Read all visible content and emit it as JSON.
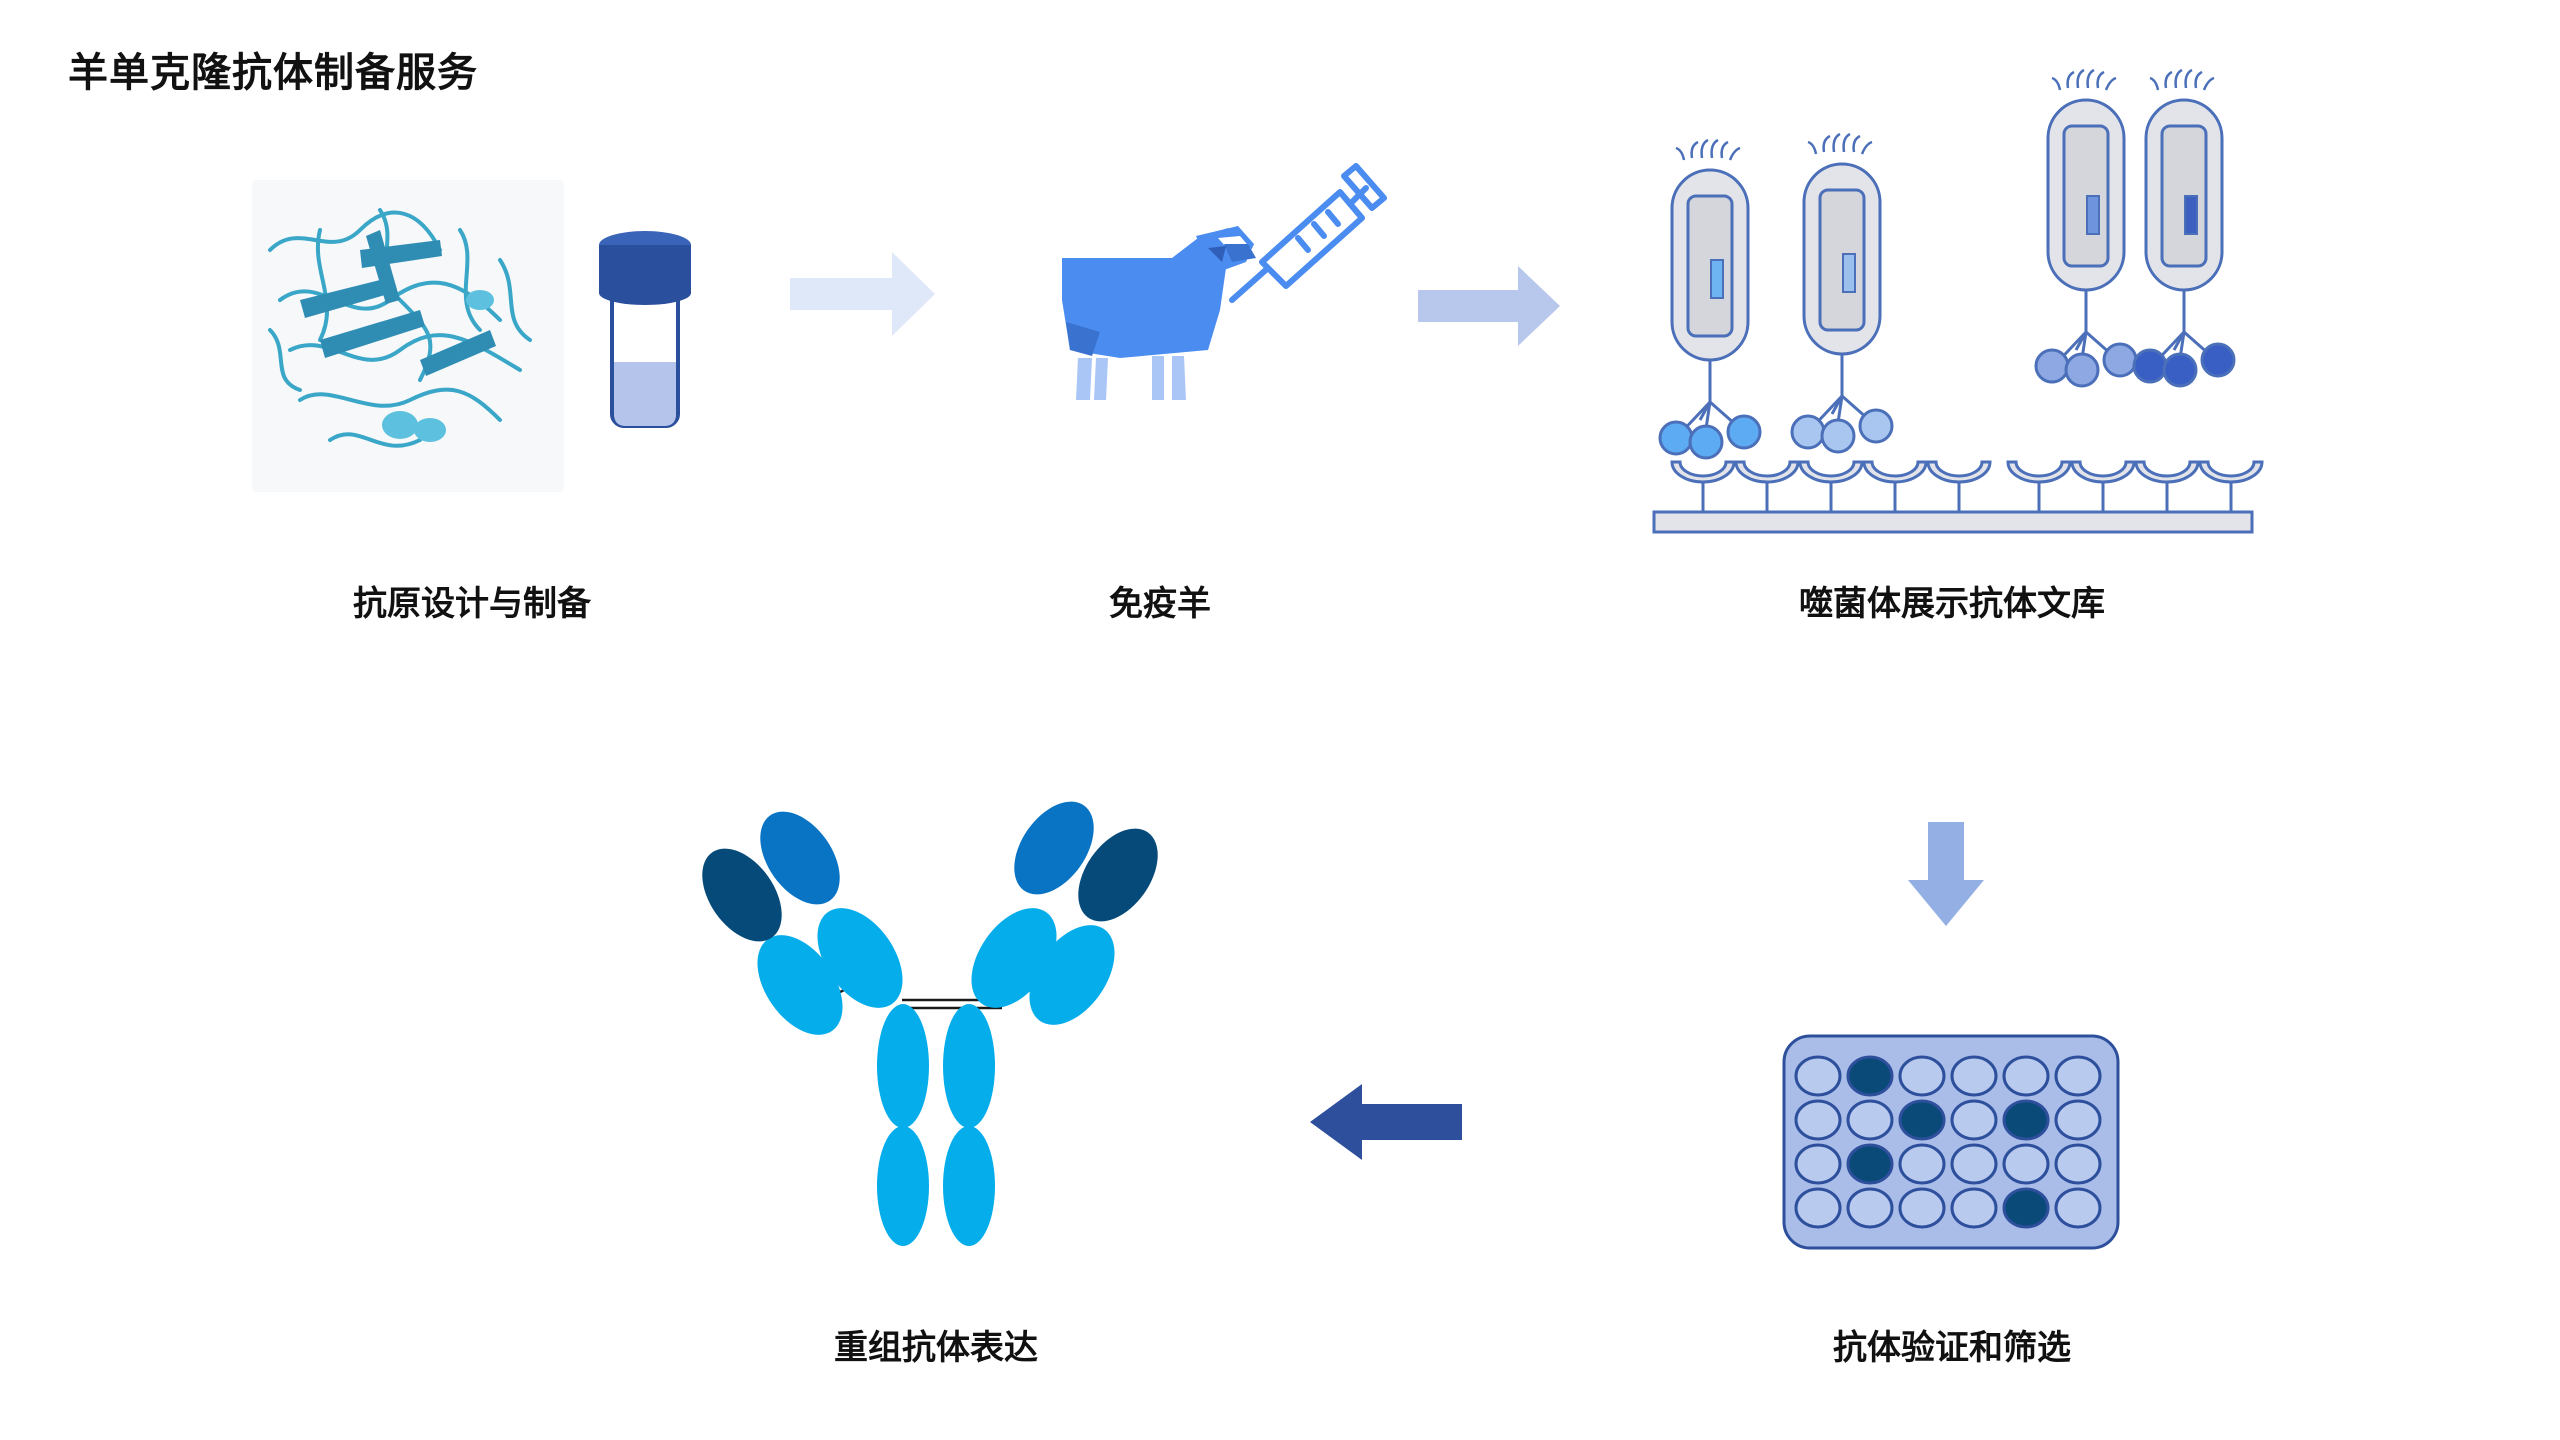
{
  "title": "羊单克隆抗体制备服务",
  "steps": [
    {
      "label": "抗原设计与制备"
    },
    {
      "label": "免疫羊"
    },
    {
      "label": "噬菌体展示抗体文库"
    },
    {
      "label": "抗体验证和筛选"
    },
    {
      "label": "重组抗体表达"
    }
  ],
  "colors": {
    "protein": "#3aa6c8",
    "vial_cap": "#2a4f9c",
    "vial_liquid": "#b4c4ea",
    "sheep": "#4a8cf0",
    "sheep_light": "#a9c6f7",
    "phage_fill": "#e2e4ea",
    "phage_stroke": "#4b6fb8",
    "arrow_light": "#dfe8f8",
    "arrow_mid": "#b8c8ec",
    "arrow_blue": "#93afe3",
    "arrow_dark": "#2d4f9c",
    "plate_fill": "#a9bde8",
    "well_dark": "#0a4a78",
    "antibody_light": "#06adeb",
    "antibody_mid": "#0a74c4",
    "antibody_dark": "#064a7a"
  },
  "icons": [
    "protein-structure-icon",
    "vial-icon",
    "sheep-icon",
    "syringe-icon",
    "phage-icon",
    "well-plate-icon",
    "antibody-icon"
  ]
}
